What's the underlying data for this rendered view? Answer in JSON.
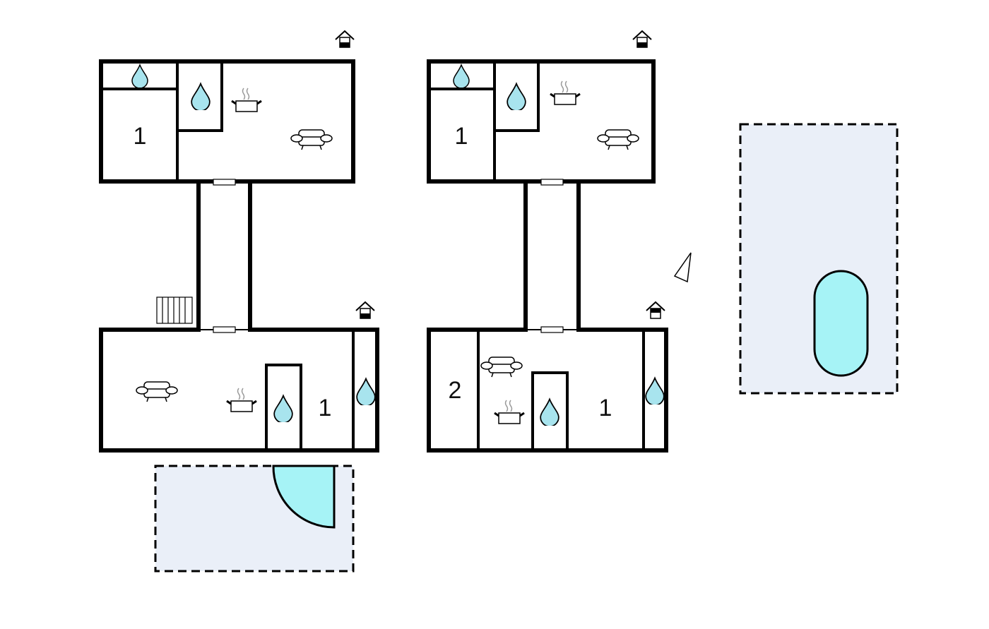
{
  "plan": {
    "building_a": {
      "upper_bedroom_label": "1",
      "lower_bedroom_label": "1"
    },
    "building_b": {
      "upper_bedroom_label": "1",
      "lower_bedroom_left_label": "2",
      "lower_bedroom_right_label": "1"
    }
  },
  "colors": {
    "water": "#a8e4ee",
    "pool": "#a6f3f6",
    "outdoor": "#eaeff8",
    "wall": "#000000"
  },
  "icons": [
    "water-drop-icon",
    "cooking-pot-icon",
    "sofa-icon",
    "house-entrance-icon",
    "stairs-icon",
    "compass-north-icon",
    "window-icon"
  ]
}
